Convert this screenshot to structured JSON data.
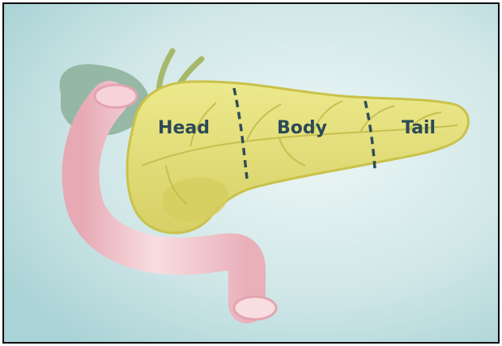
{
  "diagram": {
    "regions": [
      {
        "id": "head",
        "label": "Head"
      },
      {
        "id": "body",
        "label": "Body"
      },
      {
        "id": "tail",
        "label": "Tail"
      }
    ],
    "colors": {
      "background_light": "#e8f3f3",
      "background_dark": "#a9d3d6",
      "pancreas": "#dedc78",
      "pancreas_outline": "#c9c24a",
      "duodenum": "#f4c8cf",
      "duodenum_shade": "#e3a5b0",
      "gallbladder": "#8fb39c",
      "label_text": "#2c4a55",
      "divider": "#2f4f57"
    }
  }
}
